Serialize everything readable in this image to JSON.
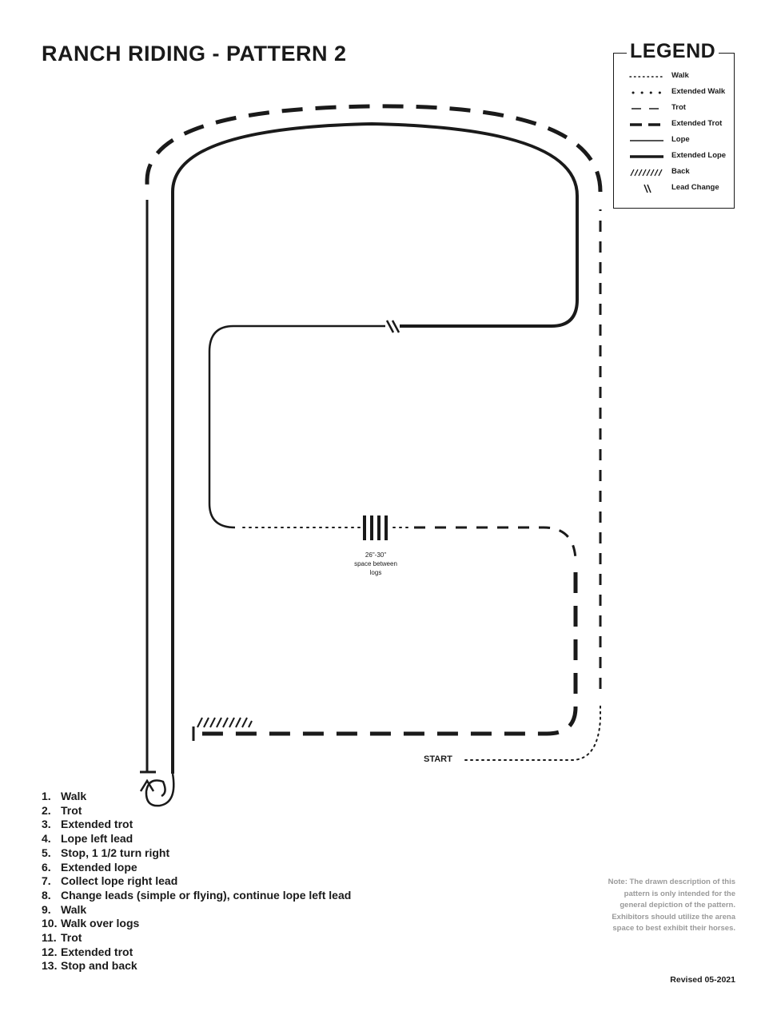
{
  "title": "RANCH RIDING - PATTERN 2",
  "legend": {
    "title": "LEGEND",
    "items": [
      {
        "key": "walk",
        "label": "Walk"
      },
      {
        "key": "extended-walk",
        "label": "Extended Walk"
      },
      {
        "key": "trot",
        "label": "Trot"
      },
      {
        "key": "extended-trot",
        "label": "Extended Trot"
      },
      {
        "key": "lope",
        "label": "Lope"
      },
      {
        "key": "extended-lope",
        "label": "Extended Lope"
      },
      {
        "key": "back",
        "label": "Back"
      },
      {
        "key": "lead-change",
        "label": "Lead Change"
      }
    ]
  },
  "diagram": {
    "start_label": "START",
    "logs_note": [
      "26\"-30\"",
      "space between",
      "logs"
    ]
  },
  "steps": [
    {
      "num": "1.",
      "text": "Walk"
    },
    {
      "num": "2.",
      "text": "Trot"
    },
    {
      "num": "3.",
      "text": "Extended trot"
    },
    {
      "num": "4.",
      "text": "Lope left lead"
    },
    {
      "num": "5.",
      "text": "Stop, 1 1/2 turn right"
    },
    {
      "num": "6.",
      "text": "Extended lope"
    },
    {
      "num": "7.",
      "text": "Collect lope right lead"
    },
    {
      "num": "8.",
      "text": "Change leads (simple or flying), continue lope left lead"
    },
    {
      "num": "9.",
      "text": "Walk"
    },
    {
      "num": "10.",
      "text": "Walk over logs"
    },
    {
      "num": "11.",
      "text": "Trot"
    },
    {
      "num": "12.",
      "text": "Extended trot"
    },
    {
      "num": "13.",
      "text": "Stop and back"
    }
  ],
  "note": [
    "Note: The drawn description of this",
    "pattern is only intended for the",
    "general depiction of the pattern.",
    "Exhibitors should utilize the arena",
    "space to best exhibit their horses."
  ],
  "revised": "Revised 05-2021",
  "colors": {
    "ink": "#1a1a1a",
    "note": "#9a9a9a"
  }
}
